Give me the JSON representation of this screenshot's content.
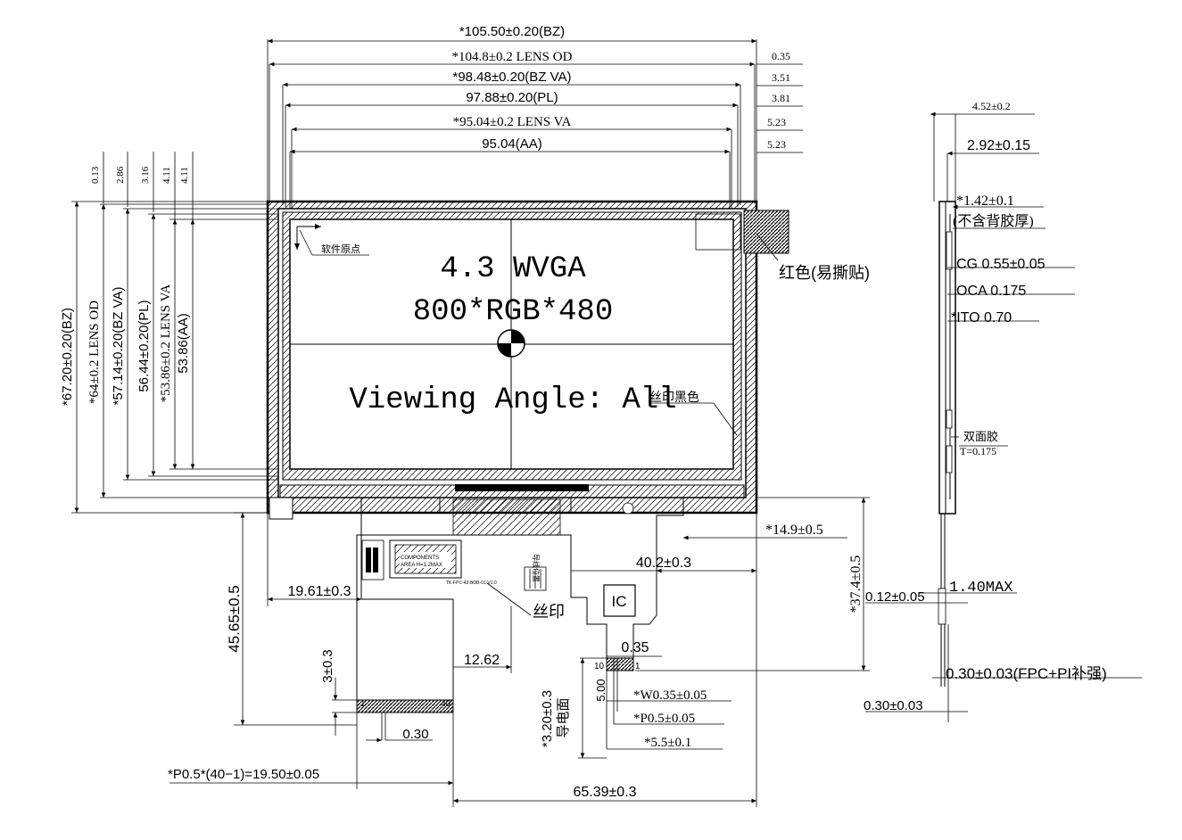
{
  "dims": {
    "bz_w": "*105.50±0.20(BZ)",
    "lens_od_w": "*104.8±0.2 LENS OD",
    "bz_va_w": "*98.48±0.20(BZ VA)",
    "pl_w": "97.88±0.20(PL)",
    "lens_va_w": "*95.04±0.2 LENS VA",
    "aa_w": "95.04(AA)",
    "r1": "0.35",
    "r2": "3.51",
    "r3": "3.81",
    "r4": "5.23",
    "r5": "5.23",
    "l1": "0.13",
    "l2": "2.86",
    "l3": "3.16",
    "l4": "4.11",
    "l5": "4.11",
    "bz_h": "*67.20±0.20(BZ)",
    "lens_od_h": "*64±0.2 LENS OD",
    "bz_va_h": "*57.14±0.20(BZ VA)",
    "pl_h": "56.44±0.20(PL)",
    "lens_va_h": "*53.86±0.2 LENS VA",
    "aa_h": "53.86(AA)",
    "d_14_9": "*14.9±0.5",
    "d_40_2": "40.2±0.3",
    "d_37_4": "*37.4±0.5",
    "d_19_61": "19.61±0.3",
    "d_45_65": "45.65±0.5",
    "d_3": "3±0.3",
    "d_12_62": "12.62",
    "d_0_35": "0.35",
    "d_3_20": "*3.20±0.3",
    "d_5_00": "5.00",
    "d_w": "*W0.35±0.05",
    "d_p": "*P0.5±0.05",
    "d_5_5": "*5.5±0.1",
    "d_0_30": "0.30",
    "d_pitch": "*P0.5*(40−1)=19.50±0.05",
    "d_65_39": "65.39±0.3",
    "pin1": "1",
    "pin40": "40",
    "pin10": "10",
    "pin1b": "1"
  },
  "labels": {
    "title1": "4.3 WVGA",
    "title2": "800*RGB*480",
    "viewing": "Viewing Angle: All",
    "origin": "软件原点",
    "red": "红色(易撕贴)",
    "silk_black": "丝印黑色",
    "silk": "丝印",
    "ic": "IC",
    "conductive": "导电面",
    "components1": "COMPONENTS",
    "components2": "AREA H=1.2MAX",
    "tiny": "TK-FPC-43-BOB-01-V1.0",
    "sideways": "导线位置"
  },
  "side": {
    "s1": "4.52±0.2",
    "s2": "2.92±0.15",
    "s3": "*1.42±0.1",
    "s4": "(不含背胶厚)",
    "cg": "CG 0.55±0.05",
    "oca": "OCA 0.175",
    "ito": "*ITO 0.70",
    "tape1": "双面胶",
    "tape2": "T=0.175",
    "max": "1.40MAX",
    "s_012": "0.12±0.05",
    "fpc": "0.30±0.03(FPC+PI补强)",
    "s_030": "0.30±0.03"
  }
}
